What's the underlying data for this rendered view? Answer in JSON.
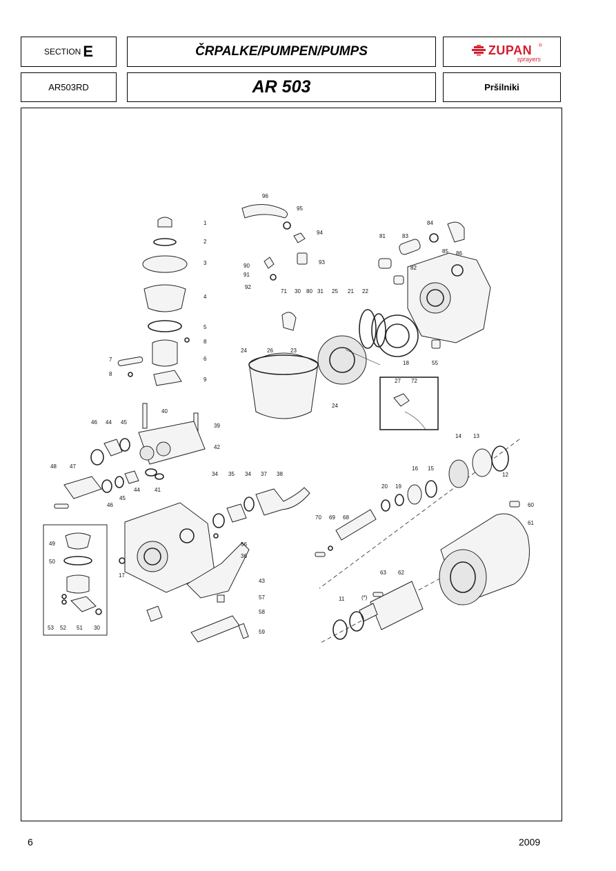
{
  "header": {
    "section_label": "SECTION",
    "section_letter": "E",
    "category_title": "ČRPALKE/PUMPEN/PUMPS",
    "brand": "ZUPAN",
    "brand_sub": "sprayers",
    "brand_reg": "®",
    "code": "AR503RD",
    "model": "AR 503",
    "subtitle": "Pršilniki"
  },
  "diagram": {
    "callouts": [
      "96",
      "95",
      "94",
      "93",
      "90",
      "91",
      "92",
      "84",
      "83",
      "81",
      "82",
      "85",
      "86",
      "71",
      "30",
      "80",
      "31",
      "25",
      "21",
      "22",
      "18",
      "55",
      "24",
      "26",
      "23",
      "27",
      "72",
      "24",
      "1",
      "2",
      "3",
      "4",
      "5",
      "8",
      "6",
      "7",
      "8",
      "9",
      "40",
      "39",
      "42",
      "46",
      "44",
      "45",
      "48",
      "47",
      "46",
      "45",
      "44",
      "41",
      "34",
      "35",
      "34",
      "37",
      "38",
      "49",
      "50",
      "53",
      "52",
      "51",
      "30",
      "17",
      "56",
      "36",
      "43",
      "57",
      "58",
      "59",
      "14",
      "13",
      "12",
      "16",
      "15",
      "20",
      "19",
      "70",
      "69",
      "68",
      "60",
      "61",
      "63",
      "62",
      "11",
      "(*)"
    ]
  },
  "footer": {
    "page_number": "6",
    "year": "2009"
  },
  "colors": {
    "brand_red": "#d41c2c",
    "border": "#000000"
  }
}
